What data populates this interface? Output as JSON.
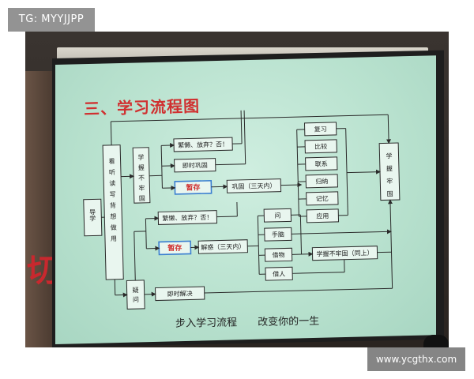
{
  "overlay": {
    "tag": "TG: MYYJJPP",
    "url": "www.ycgthx.com"
  },
  "slide": {
    "title": "三、学习流程图",
    "caption_left": "步入学习流程",
    "caption_right": "改变你的一生"
  },
  "nodes": {
    "daoxue": "导学",
    "kan_ting": "看听读写背想做用",
    "xue_bu_laogu": "学握不牢固",
    "fangqi1": "繁懒、放弃？否！",
    "jishi_gonggu": "即时巩固",
    "zancun1": "暂存",
    "gonggu_3": "巩固（三天内）",
    "fuxi": "复习",
    "bijiao": "比较",
    "lianxi": "联系",
    "guina": "归纳",
    "jiyi": "记忆",
    "yingyong": "应用",
    "xue_laogu": "学握牢固",
    "fangqi2": "繁懒、放弃？否！",
    "zancun2": "暂存",
    "jiehuo_3": "解惑（三天内）",
    "wen": "问",
    "shounao": "手脑",
    "jiewu": "借物",
    "jieren": "借人",
    "xue_bu_laogu2": "学握不牢固（同上）",
    "yiwen": "疑问",
    "jishi_jiejue": "即时解决"
  },
  "colors": {
    "title": "#d03030",
    "highlight_border": "#3b7fd0",
    "highlight_text": "#d03030",
    "line": "#2a2a2a",
    "screen": "#bfe6d3"
  }
}
